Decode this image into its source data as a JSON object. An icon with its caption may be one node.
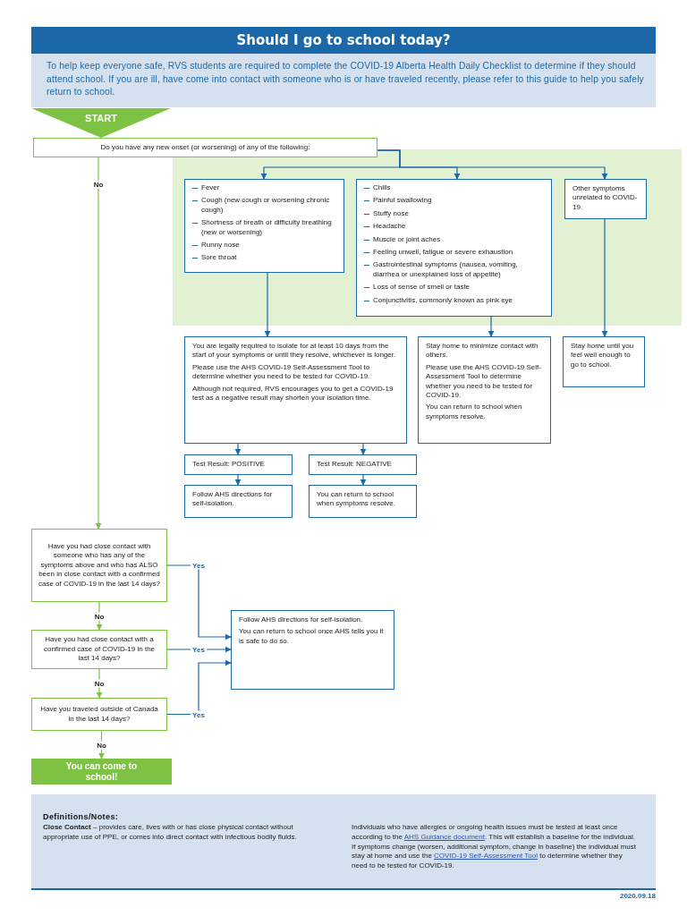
{
  "diagram": {
    "title": "Should I go to school today?",
    "nodes": [
      {
        "text": [
          "START"
        ]
      },
      {
        "text": [
          "Do you have any new onset (or worsening) of any of the following:"
        ]
      },
      {
        "text": [
          "Fever",
          "Cough (new cough or worsening chronic cough)",
          "Shortness of breath or difficulty breathing (new or worsening)",
          "Runny nose",
          "Sore throat"
        ]
      },
      {
        "text": [
          "Chills",
          "Painful swallowing",
          "Stuffy nose",
          "Headache",
          "Muscle or joint aches",
          "Feeling unwell, fatigue or severe exhaustion",
          "Gastrointestinal symptoms (nausea, vomiting, diarrhea or unexplained loss of appetite)",
          "Loss of sense of smell or taste",
          "Conjunctivitis, commonly known as pink eye"
        ]
      },
      {
        "text": [
          "Other symptoms unrelated to COVID-19."
        ]
      },
      {
        "text": [
          "You are legally required to isolate for at least 10 days from the start of your symptoms or until they resolve, whichever is longer.",
          "Please use the AHS COVID-19 Self-Assessment Tool to determine whether you need to be tested for COVID-19.",
          "Although not required, RVS encourages you to get a COVID-19 test as a negative result may shorten your isolation time."
        ]
      },
      {
        "text": [
          "Stay home to minimize contact with others.",
          "Please use the AHS COVID-19 Self-Assessment Tool to determine whether you need to be tested for COVID-19.",
          "You can return to school when symptoms resolve."
        ]
      },
      {
        "text": [
          "Stay home until you feel well enough to go to school."
        ]
      },
      {
        "text": [
          "Test Result: POSITIVE"
        ]
      },
      {
        "text": [
          "Test Result: NEGATIVE"
        ]
      },
      {
        "text": [
          "Follow AHS directions for self-isolation."
        ]
      },
      {
        "text": [
          "You can return to school when symptoms resolve."
        ]
      },
      {
        "text": [
          "Have you had close contact with someone who has any of the symptoms above and who has ALSO been in close contact with a confirmed case of COVID-19 in the last 14 days?"
        ]
      },
      {
        "text": [
          "Have you had close contact with a confirmed case of COVID-19 in the last 14 days?"
        ]
      },
      {
        "text": [
          "Have you traveled outside of Canada in the last 14 days?"
        ]
      },
      {
        "text": [
          "Follow AHS directions for self-isolation.",
          "You can return to school once AHS tells you it is safe to do so."
        ]
      },
      {
        "text": [
          "You can come to school!"
        ]
      }
    ],
    "edges": [
      {
        "from": 1,
        "to": 2,
        "arrow": "to"
      },
      {
        "from": 1,
        "to": 3,
        "arrow": "to"
      },
      {
        "from": 1,
        "to": 4,
        "arrow": "to"
      },
      {
        "from": 1,
        "to": 12,
        "arrow": "to",
        "label": "No",
        "color": "#7dc242"
      },
      {
        "from": 2,
        "to": 5,
        "arrow": "to"
      },
      {
        "from": 3,
        "to": 6,
        "arrow": "to"
      },
      {
        "from": 4,
        "to": 7,
        "arrow": "to"
      },
      {
        "from": 5,
        "to": 8,
        "arrow": "to"
      },
      {
        "from": 5,
        "to": 9,
        "arrow": "to"
      },
      {
        "from": 8,
        "to": 10,
        "arrow": "to"
      },
      {
        "from": 9,
        "to": 11,
        "arrow": "to"
      },
      {
        "from": 12,
        "to": 15,
        "arrow": "to",
        "label": "Yes"
      },
      {
        "from": 12,
        "to": 13,
        "arrow": "to",
        "label": "No",
        "color": "#7dc242"
      },
      {
        "from": 13,
        "to": 15,
        "arrow": "to",
        "label": "Yes"
      },
      {
        "from": 13,
        "to": 14,
        "arrow": "to",
        "label": "No",
        "color": "#7dc242"
      },
      {
        "from": 14,
        "to": 15,
        "arrow": "to",
        "label": "Yes"
      },
      {
        "from": 14,
        "to": 16,
        "arrow": "to",
        "label": "No",
        "color": "#7dc242"
      }
    ],
    "labels": [
      "To help keep everyone safe, RVS students are required to complete the COVID-19 Alberta Health Daily Checklist to determine if they should attend school. If you are ill, have come into contact with someone who is or have traveled recently, please refer to this guide to help you safely return to school.",
      "Definitions/Notes:",
      "**Close Contact** – provides care, lives with or has close physical contact without appropriate use of PPE, or comes into direct contact with infectious bodily fluids.",
      "Individuals who have allergies or ongoing health issues must be tested at least once according to the",
      "AHS Guidance document",
      ". This will establish a baseline for the individual. If symptoms change (worsen, additional symptom, change in baseline) the individual must stay at home and use the",
      "COVID-19 Self-Assessment Tool",
      "to determine whether they need to be tested for COVID-19.",
      "2020.09.18"
    ]
  }
}
